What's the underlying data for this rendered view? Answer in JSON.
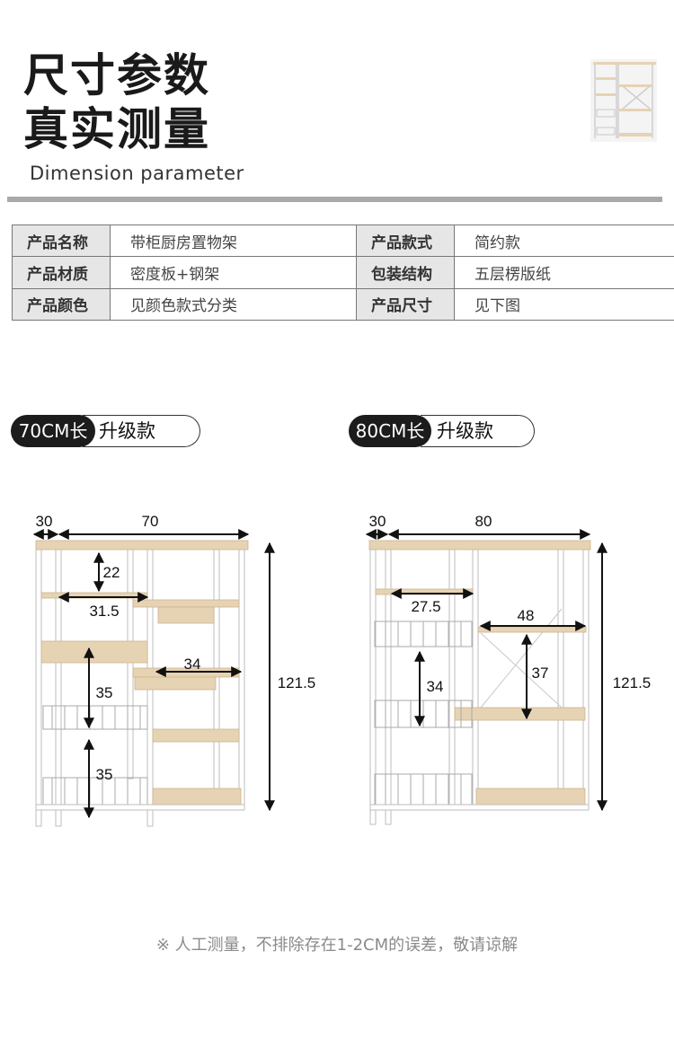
{
  "header": {
    "title_line1": "尺寸参数",
    "title_line2": "真实测量",
    "subtitle": "Dimension parameter"
  },
  "specs": [
    {
      "label": "产品名称",
      "value": "带柜厨房置物架",
      "label2": "产品款式",
      "value2": "简约款"
    },
    {
      "label": "产品材质",
      "value": "密度板+钢架",
      "label2": "包装结构",
      "value2": "五层楞版纸"
    },
    {
      "label": "产品颜色",
      "value": "见颜色款式分类",
      "label2": "产品尺寸",
      "value2": "见下图"
    }
  ],
  "models": [
    {
      "tag": "70CM长",
      "style": "升级款",
      "depth": "30",
      "width": "70",
      "height": "121.5",
      "dims": {
        "d1": "22",
        "d2": "31.5",
        "d3": "34",
        "d4": "35",
        "d5": "35"
      }
    },
    {
      "tag": "80CM长",
      "style": "升级款",
      "depth": "30",
      "width": "80",
      "height": "121.5",
      "dims": {
        "d1": "27.5",
        "d2": "48",
        "d3": "37",
        "d4": "34"
      }
    }
  ],
  "footnote": "※ 人工测量，不排除存在1-2CM的误差，敬请谅解",
  "colors": {
    "wood": "#e6d3b3",
    "frame": "#ffffff",
    "frame_edge": "#bdbdbd",
    "pill": "#1c1c1c",
    "rule": "#a9a9a9"
  }
}
